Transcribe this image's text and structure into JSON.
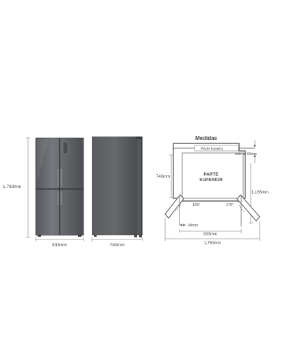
{
  "front_view": {
    "height_label": "1,793mm",
    "width_label": "833mm"
  },
  "side_view": {
    "depth_label": "740mm"
  },
  "top_view": {
    "title": "Medidas",
    "rear_label": "Parte trasera",
    "clearance_label": "más de 50mm",
    "top_label_line1": "PARTE",
    "top_label_line2": "SUPERIOR",
    "depth_label": "740mm",
    "depth_open_label": "1,165mm",
    "left_angle_label": "165°",
    "right_angle_label": "170°",
    "side_gap_label": "30mm",
    "width_label": "833mm",
    "open_width_label": "1,750mm"
  },
  "colors": {
    "steel_dark": "#4a4c50",
    "steel_light": "#6f7176",
    "line": "#888888"
  }
}
